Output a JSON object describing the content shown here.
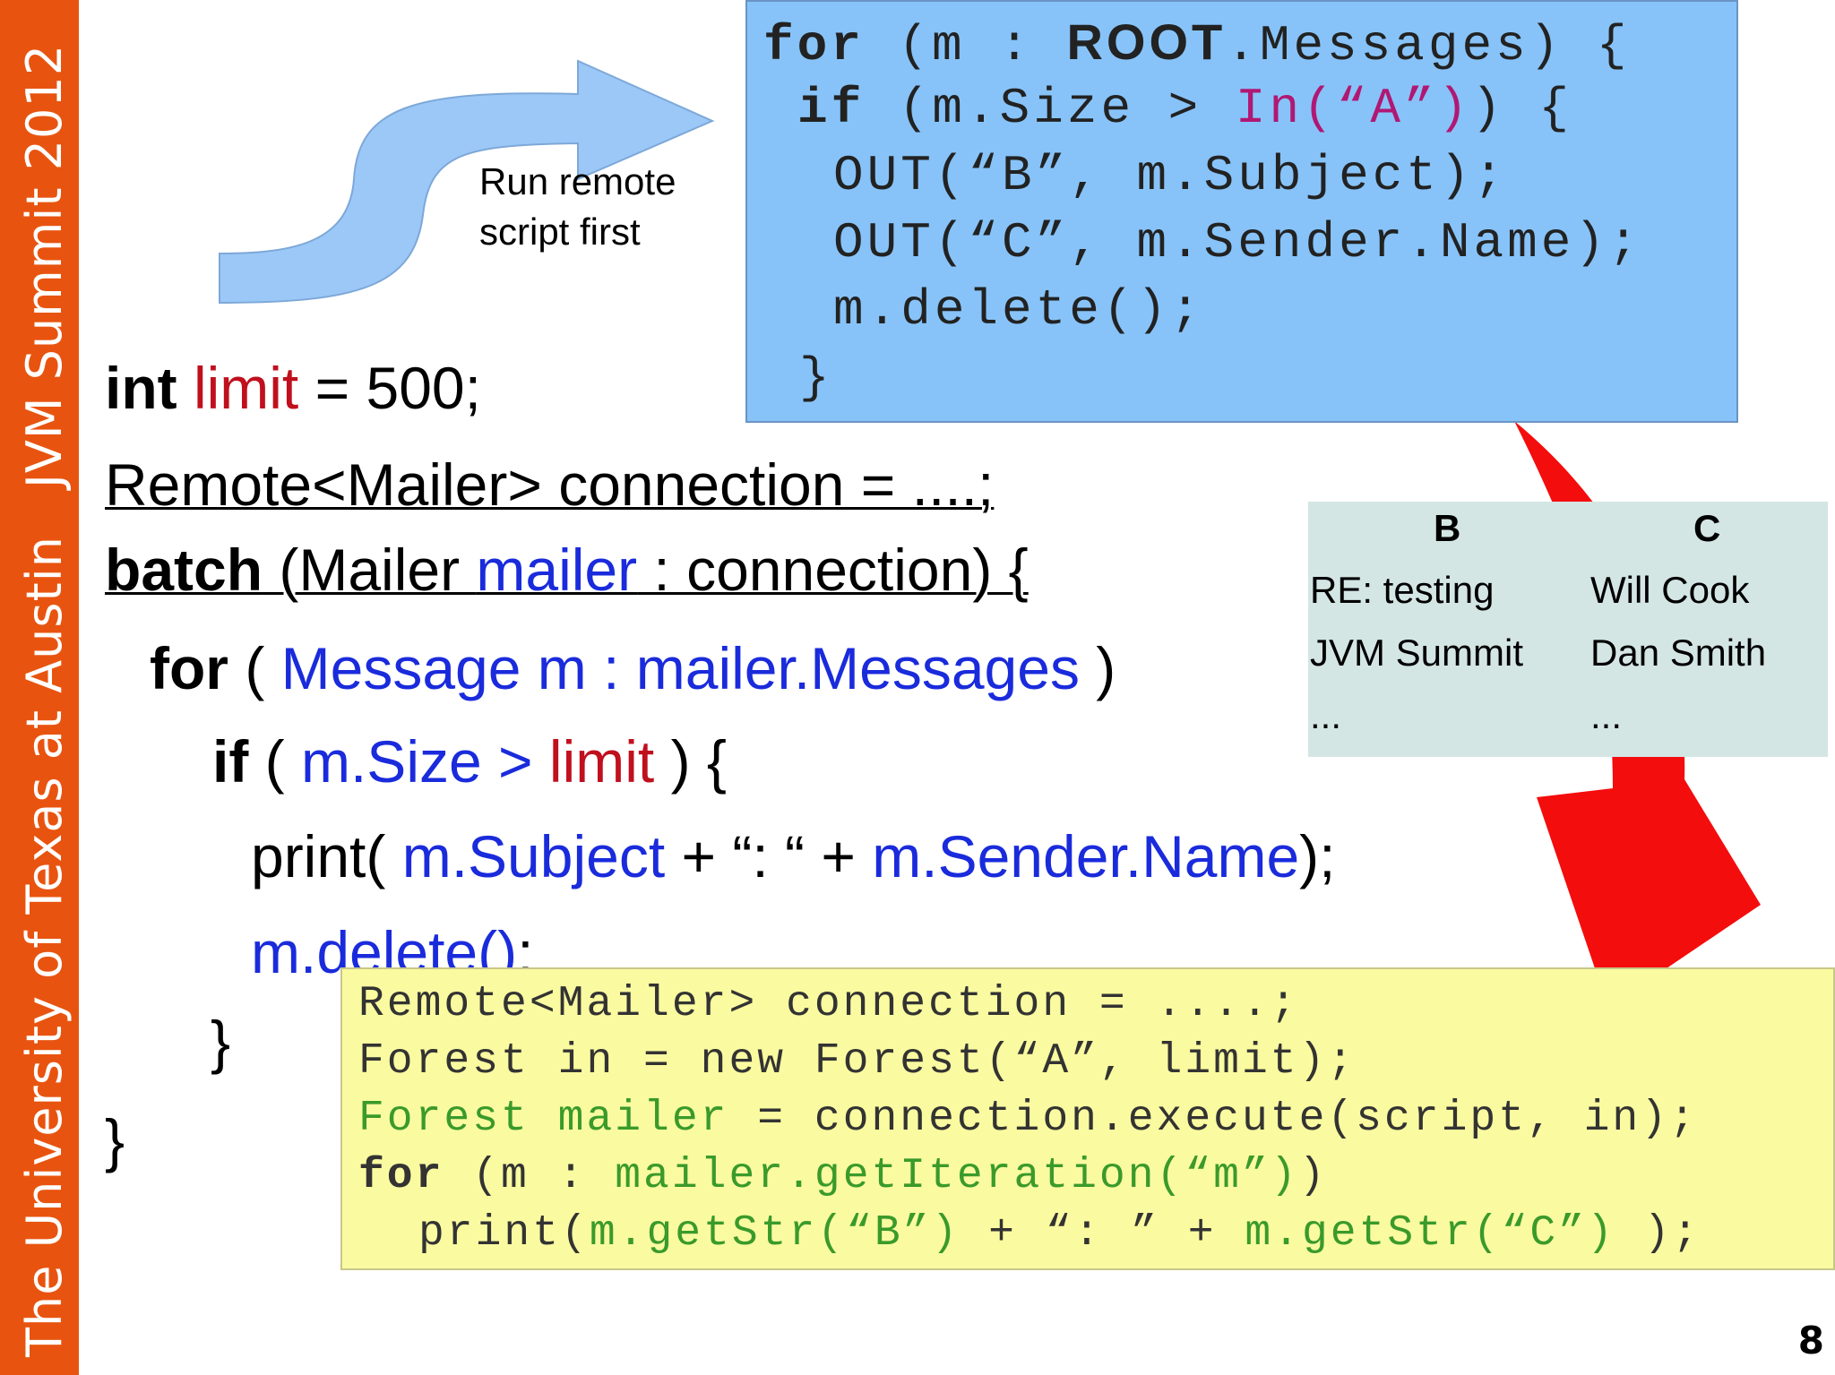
{
  "sidebar": {
    "top_text": "JVM Summit 2012",
    "bottom_text": "The University of Texas at Austin"
  },
  "page_number": "8",
  "arrow_note": {
    "line1": "Run remote",
    "line2": "script first"
  },
  "main_code": {
    "l1_kw": "int ",
    "l1_var": "limit",
    "l1_rest": " = 500;",
    "l2": "Remote<Mailer> connection = ....;",
    "l3_kw": "batch",
    "l3_a": " (Mailer ",
    "l3_var": "mailer",
    "l3_b": " : connection) {",
    "l4_kw": "for",
    "l4_a": " ( ",
    "l4_b": "Message m : mailer.Messages",
    "l4_c": " )",
    "l5_kw": "if",
    "l5_a": " ( ",
    "l5_b": "m.Size > ",
    "l5_c": "limit",
    "l5_d": " ) {",
    "l6_a": "print( ",
    "l6_b": "m.Subject",
    "l6_c": " + “: “ + ",
    "l6_d": "m.Sender.Name",
    "l6_e": ");",
    "l7_a": "m.delete()",
    "l7_b": ";",
    "l8": "}",
    "l9": "}"
  },
  "remote_script": {
    "l1_a": "for",
    "l1_b": " (m : ",
    "l1_c": "ROOT",
    "l1_d": ".Messages) {",
    "l2_a": "if",
    "l2_b": " (m.Size > ",
    "l2_c": "In(“A”)",
    "l2_d": ") {",
    "l3": "OUT(“B”, m.Subject);",
    "l4": "OUT(“C”, m.Sender.Name);",
    "l5": "m.delete();",
    "l6": "}"
  },
  "result_table": {
    "headers": [
      "B",
      "C"
    ],
    "rows": [
      [
        "RE: testing",
        "Will Cook"
      ],
      [
        "JVM Summit",
        "Dan Smith"
      ],
      [
        "...",
        "..."
      ]
    ]
  },
  "translated_code": {
    "l1": "Remote<Mailer> connection = ....;",
    "l2": "Forest in = new Forest(“A”, limit);",
    "l3_a": "Forest mailer",
    "l3_b": " = connection.execute(script, in);",
    "l4_a": "for",
    "l4_b": " (m : ",
    "l4_c": "mailer.getIteration(“m”)",
    "l4_d": ")",
    "l5_a": "print(",
    "l5_b": "m.getStr(“B”)",
    "l5_c": " + “: ” + ",
    "l5_d": "m.getStr(“C”)",
    "l5_e": " );"
  },
  "colors": {
    "sidebar": "#e8540f",
    "remote_box": "#87c3f8",
    "result_box": "#d4e6e4",
    "translated_box": "#fafaa0",
    "arrow_blue": "#9cc8f8",
    "arrow_red": "#f40d0d"
  }
}
